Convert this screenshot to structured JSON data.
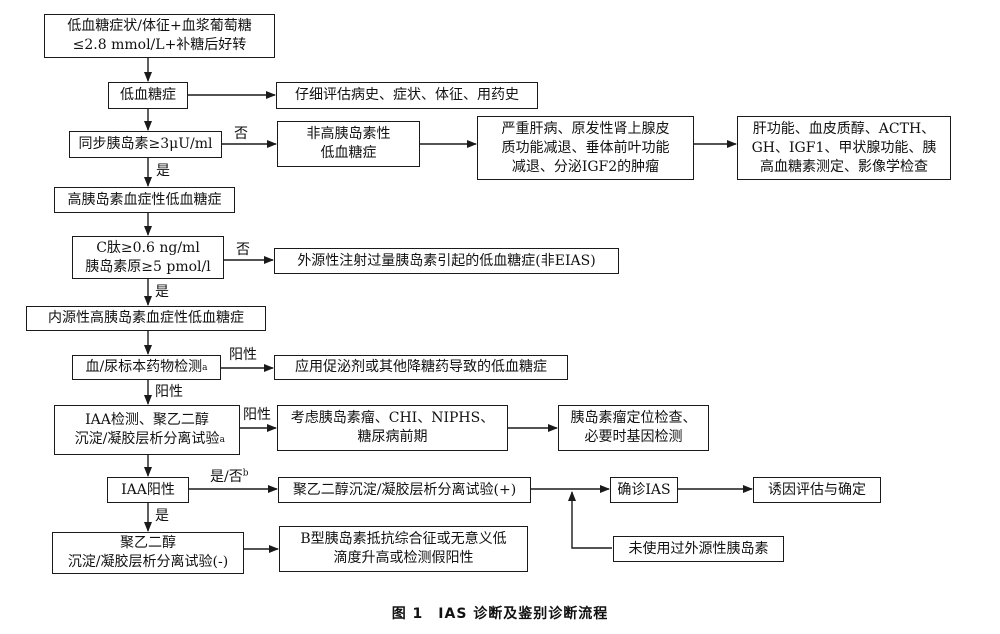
{
  "diagram": {
    "nodes": {
      "start": "低血糖症状/体征+血浆葡萄糖\n≤2.8 mmol/L+补糖后好转",
      "hypoglycemia": "低血糖症",
      "evaluate": "仔细评估病史、症状、体征、用药史",
      "insulin_check": "同步胰岛素≥3μU/ml",
      "non_high_insulin": "非高胰岛素性\n低血糖症",
      "liver_disease": "严重肝病、原发性肾上腺皮\n质功能减退、垂体前叶功能\n减退、分泌IGF2的肿瘤",
      "liver_tests": "肝功能、血皮质醇、ACTH、\nGH、IGF1、甲状腺功能、胰\n高血糖素测定、影像学检查",
      "high_insulin": "高胰岛素血症性低血糖症",
      "cpeptide_check": "C肽≥0.6 ng/ml\n胰岛素原≥5 pmol/l",
      "exogenous_insulin": "外源性注射过量胰岛素引起的低血糖症(非EIAS)",
      "endogenous": "内源性高胰岛素血症性低血糖症",
      "drug_test": "血/尿标本药物检测",
      "drug_test_sup": "a",
      "drug_induced": "应用促泌剂或其他降糖药导致的低血糖症",
      "iaa_test": "IAA检测、聚乙二醇\n沉淀/凝胶层析分离试验",
      "iaa_test_sup": "a",
      "insulinoma": "考虑胰岛素瘤、CHI、NIPHS、\n糖尿病前期",
      "localization": "胰岛素瘤定位检查、\n必要时基因检测",
      "iaa_positive": "IAA阳性",
      "peg_positive": "聚乙二醇沉淀/凝胶层析分离试验(+)",
      "confirm_ias": "确诊IAS",
      "cause_eval": "诱因评估与确定",
      "no_exogenous": "未使用过外源性胰岛素",
      "peg_negative": "聚乙二醇\n沉淀/凝胶层析分离试验(-)",
      "type_b": "B型胰岛素抵抗综合征或无意义低\n滴度升高或检测假阳性"
    },
    "labels": {
      "no": "否",
      "yes": "是",
      "positive": "阳性",
      "yes_no": "是/否",
      "yes_no_sup": "b"
    },
    "caption": "图 1　IAS 诊断及鉴别诊断流程"
  }
}
